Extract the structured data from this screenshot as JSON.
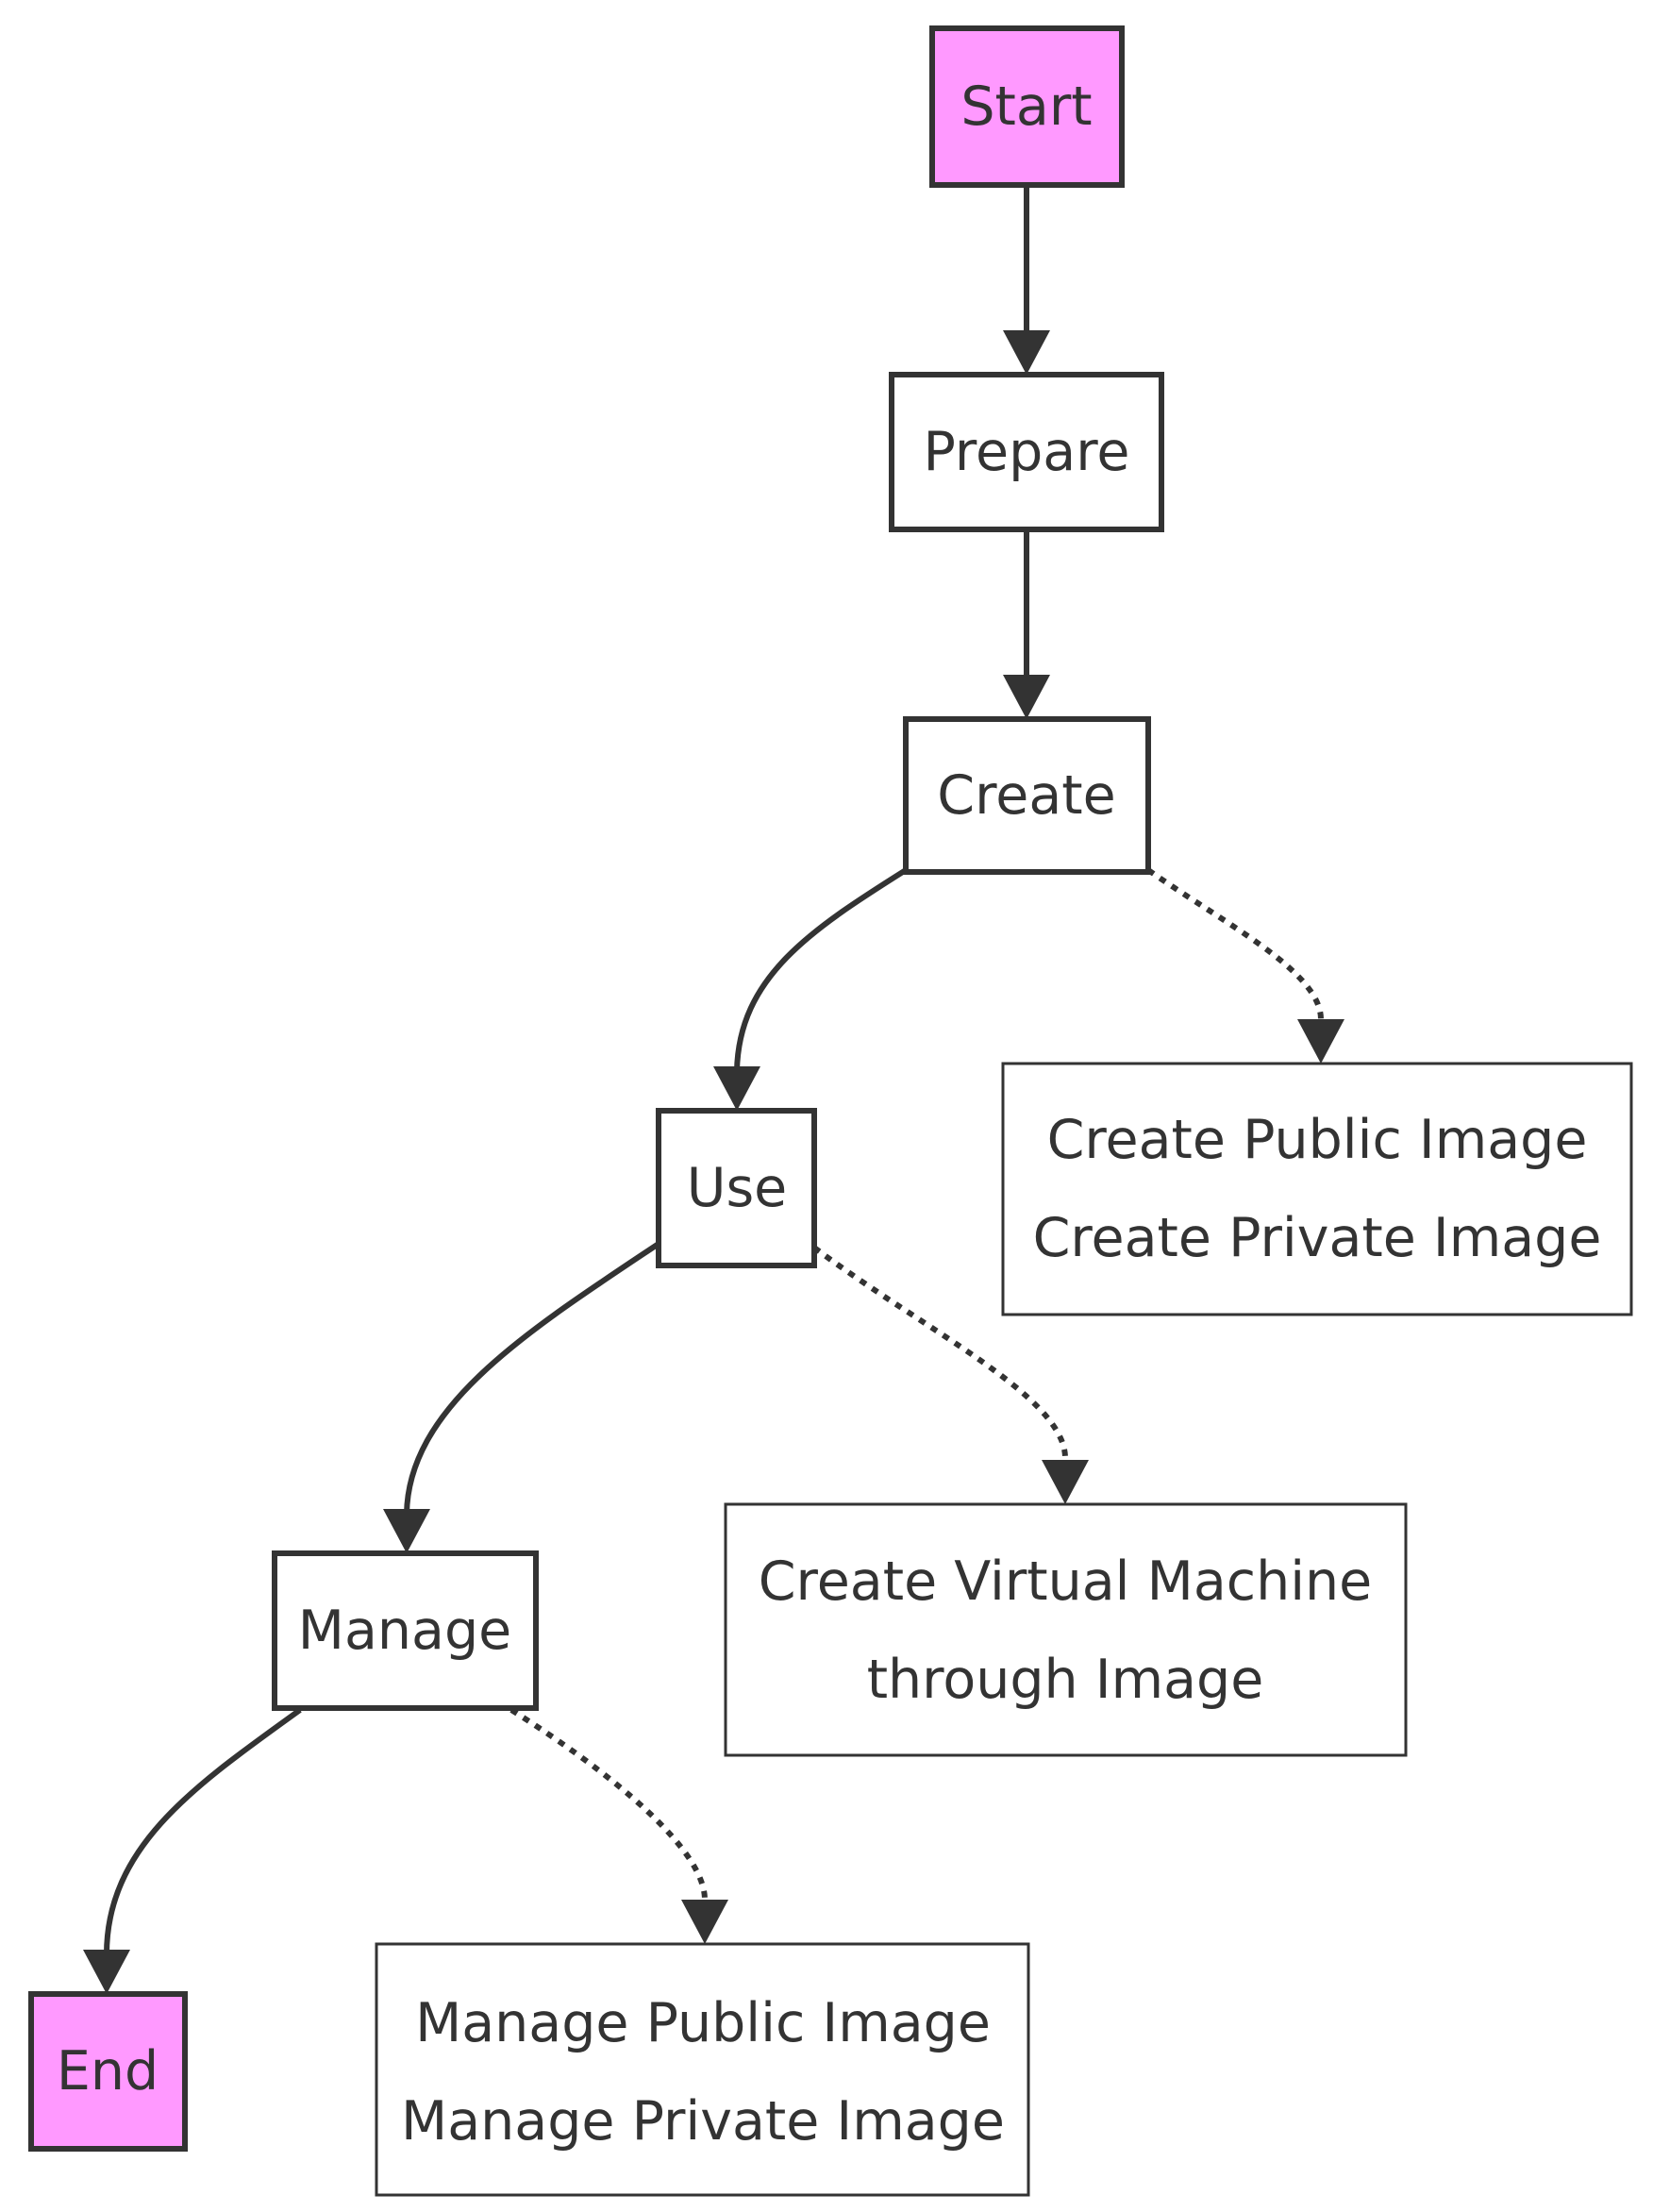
{
  "colors": {
    "terminal_fill": "#ff99ff",
    "node_fill": "#ffffff",
    "stroke": "#333333",
    "text": "#333333"
  },
  "nodes": {
    "start": "Start",
    "prepare": "Prepare",
    "create": "Create",
    "use": "Use",
    "manage": "Manage",
    "end": "End",
    "create_note": [
      "Create Public Image",
      "Create Private Image"
    ],
    "use_note": [
      "Create Virtual Machine",
      "through Image"
    ],
    "manage_note": [
      "Manage Public Image",
      "Manage Private Image"
    ]
  }
}
